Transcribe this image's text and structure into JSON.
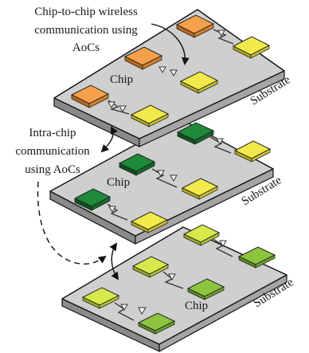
{
  "labels": {
    "wireless_line1": "Chip-to-chip wireless",
    "wireless_line2": "communication using",
    "wireless_line3": "AoCs",
    "intra_line1": "Intra-chip",
    "intra_line2": "communication",
    "intra_line3": "using AoCs",
    "chip_top": "Chip",
    "chip_mid": "Chip",
    "chip_bot": "Chip",
    "substrate_top": "Substrate",
    "substrate_mid": "Substrate",
    "substrate_bot": "Substrate"
  },
  "colors": {
    "substrate_top_face": "#cfcfcf",
    "substrate_side": "#9a9a9a",
    "layer1_primary": "#f5a04a",
    "layer1_secondary": "#f2e94a",
    "layer2_primary": "#1e8a3a",
    "layer2_secondary": "#f2e94a",
    "layer3_primary": "#d9e84a",
    "layer3_secondary": "#8cc43f"
  }
}
